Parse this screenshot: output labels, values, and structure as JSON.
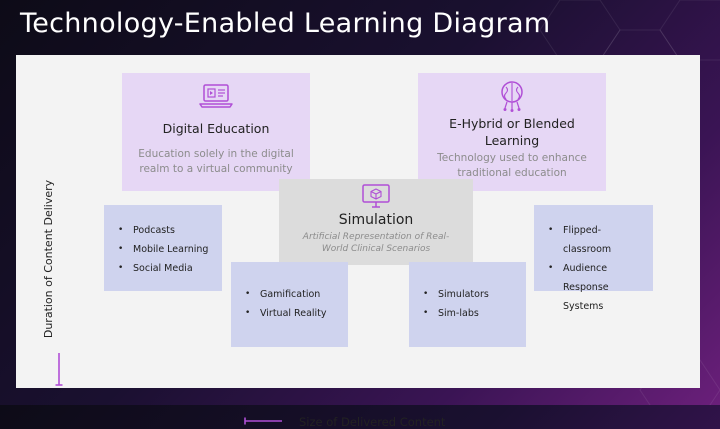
{
  "title": "Technology-Enabled Learning Diagram",
  "boxes": {
    "digital_education": {
      "title": "Digital Education",
      "description": "Education solely in the digital realm to a virtual community",
      "icon": "laptop-video-icon"
    },
    "e_hybrid": {
      "title": "E-Hybrid or Blended Learning",
      "description": "Technology used to enhance traditional education",
      "icon": "brain-circuit-icon"
    },
    "simulation": {
      "title": "Simulation",
      "description": "Artificial Representation of Real-World Clinical Scenarios",
      "icon": "monitor-cube-icon"
    }
  },
  "lists": {
    "digital_tools": [
      "Podcasts",
      "Mobile Learning",
      "Social Media"
    ],
    "immersive": [
      "Gamification",
      "Virtual Reality"
    ],
    "simulators": [
      "Simulators",
      "Sim-labs"
    ],
    "hybrid_tools": [
      "Flipped-classroom",
      "Audience Response Systems"
    ]
  },
  "axes": {
    "vertical_label": "Duration of Content Delivery",
    "horizontal_label": "Size of Delivered Content"
  },
  "colors": {
    "accent_purple": "#b04fd6",
    "box_purple": "#e6d7f5",
    "box_blue": "#cfd3ee",
    "box_gray": "#dcdcdc"
  }
}
